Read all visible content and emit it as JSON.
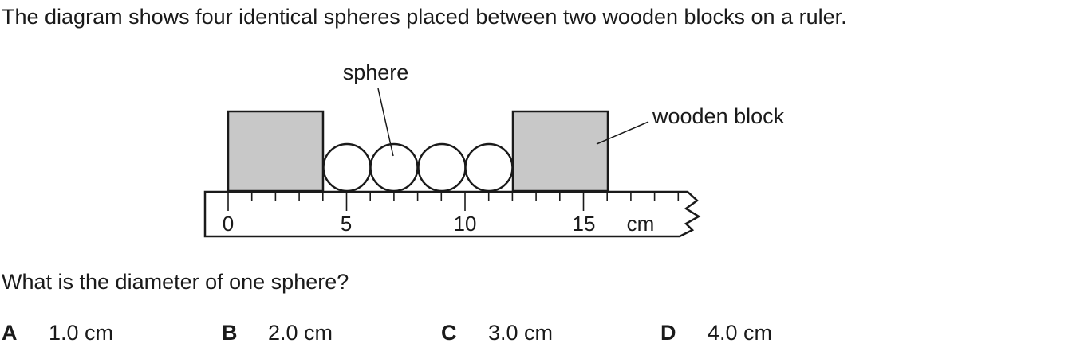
{
  "question": {
    "intro": "The diagram shows four identical spheres placed between two wooden blocks on a ruler.",
    "prompt": "What is the diameter of one sphere?"
  },
  "diagram": {
    "labels": {
      "sphere": "sphere",
      "wooden_block": "wooden block"
    },
    "ruler": {
      "tick_labels": [
        "0",
        "5",
        "10",
        "15"
      ],
      "unit": "cm"
    }
  },
  "options": [
    {
      "letter": "A",
      "value": "1.0 cm"
    },
    {
      "letter": "B",
      "value": "2.0 cm"
    },
    {
      "letter": "C",
      "value": "3.0 cm"
    },
    {
      "letter": "D",
      "value": "4.0 cm"
    }
  ]
}
